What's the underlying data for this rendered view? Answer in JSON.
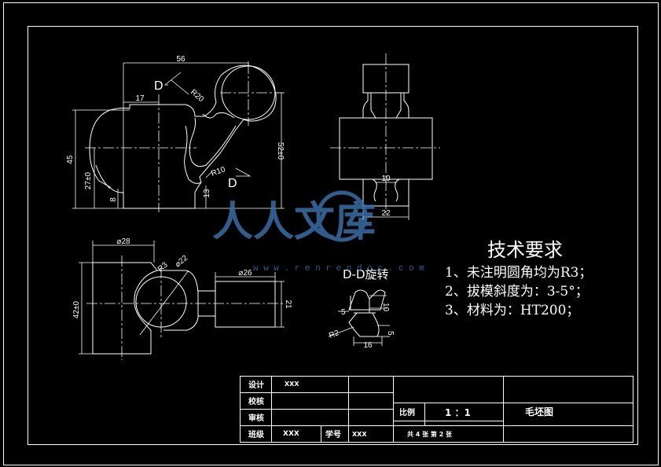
{
  "drawing": {
    "front_view": {
      "dims": {
        "width_56": "56",
        "dist_17": "17",
        "h_45": "45",
        "h_27": "27±0",
        "h_8": "8",
        "h_13": "13",
        "h_52": "52±0",
        "r20": "R20",
        "r10": "R10"
      },
      "section_mark_top": "D",
      "section_mark_bottom": "D"
    },
    "side_view": {
      "dims": {
        "w_10": "10",
        "w_22": "22"
      }
    },
    "top_view": {
      "dims": {
        "d28": "⌀28",
        "r3": "R3",
        "d22": "⌀22",
        "d26": "⌀26",
        "h_42": "42±0",
        "w_21": "21"
      }
    },
    "section_view": {
      "title": "D-D旋转",
      "dims": {
        "d10": "10",
        "d5a": "5",
        "d5b": "5",
        "r2": "R2",
        "d16": "16"
      }
    }
  },
  "watermark": {
    "text": "人人文库",
    "url": "w w w . r e n r e n d o c . c o m"
  },
  "tech_requirements": {
    "title": "技术要求",
    "items": [
      "1、未注明圆角均为R3；",
      "2、拔模斜度为：3-5°；",
      "3、材料为：HT200；"
    ]
  },
  "title_block": {
    "design_label": "设计",
    "design_value": "XXX",
    "check_label": "校核",
    "review_label": "审核",
    "class_label": "班级",
    "class_value": "XXX",
    "student_no_label": "学号",
    "student_no_value": "XXX",
    "scale_label": "比例",
    "scale_value": "1 ：1",
    "drawing_name": "毛坯图",
    "sheet_info": "共 4 张    第 2 张"
  },
  "colors": {
    "line": "#ffffff",
    "watermark": "#3a6ea5",
    "background": "#000000"
  }
}
